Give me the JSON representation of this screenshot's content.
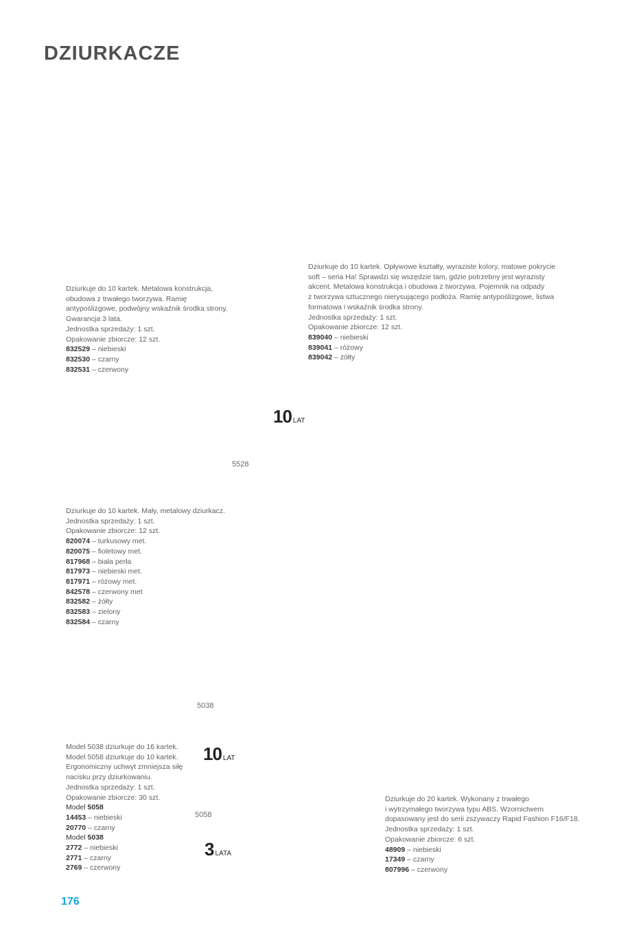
{
  "page_title": "DZIURKACZE",
  "page_number": "176",
  "products": {
    "p1": {
      "desc": [
        "Dziurkuje do 10 kartek. Metalowa konstrukcja,",
        "obudowa z trwałego tworzywa. Ramię",
        "antypoślizgowe, podwójny wskaźnik środka strony.",
        "Gwarancja 3 lata.",
        "Jednostka sprzedaży: 1 szt.",
        "Opakowanie zbiorcze: 12 szt."
      ],
      "variants": [
        {
          "code": "832529",
          "color": " – niebieski"
        },
        {
          "code": "832530",
          "color": " – czarny"
        },
        {
          "code": "832531",
          "color": " – czerwony"
        }
      ]
    },
    "p2": {
      "desc": [
        "Dziurkuje do 10 kartek. Opływowe kształty, wyraziste kolory, matowe pokrycie",
        "soft – seria Ha! Sprawdzi się wszędzie tam, gdzie potrzebny jest wyrazisty",
        "akcent. Metalowa konstrukcja i obudowa z tworzywa. Pojemnik na odpady",
        "z tworzywa sztucznego nierysującego podłoża. Ramię antypoślizgowe, listwa",
        "formatowa i wskaźnik środka strony.",
        "Jednostka sprzedaży: 1 szt.",
        "Opakowanie zbiorcze: 12 szt."
      ],
      "variants": [
        {
          "code": "839040",
          "color": "  – niebieski"
        },
        {
          "code": "839041",
          "color": "  – różowy"
        },
        {
          "code": "839042",
          "color": "  – żółty"
        }
      ]
    },
    "p3": {
      "model": "5528",
      "warranty": {
        "num": "10",
        "unit": "LAT"
      },
      "desc": [
        "Dziurkuje do 10 kartek. Mały, metalowy dziurkacz.",
        "Jednostka sprzedaży: 1 szt.",
        "Opakowanie zbiorcze: 12 szt."
      ],
      "variants": [
        {
          "code": "820074",
          "color": "  – turkusowy met."
        },
        {
          "code": "820075",
          "color": "  – fioletowy met."
        },
        {
          "code": "817968",
          "color": "  – biała perła"
        },
        {
          "code": "817973",
          "color": "  – niebieski met."
        },
        {
          "code": "817971",
          "color": "  – różowy met."
        },
        {
          "code": "842578",
          "color": "  – czerwony met"
        },
        {
          "code": "832582",
          "color": "  – żółty"
        },
        {
          "code": "832583",
          "color": "  – zielony"
        },
        {
          "code": "832584",
          "color": "  – czarny"
        }
      ]
    },
    "p4": {
      "model_a": "5038",
      "model_b": "5058",
      "warranty_a": {
        "num": "10",
        "unit": "LAT"
      },
      "warranty_b": {
        "num": "3",
        "unit": "LATA"
      },
      "desc": [
        "Model 5038 dziurkuje do 16 kartek.",
        "Model 5058 dziurkuje do 10 kartek.",
        "Ergonomiczny uchwyt zmniejsza siłę",
        "nacisku przy dziurkowaniu.",
        "Jednostka sprzedaży: 1 szt.",
        "Opakowanie zbiorcze: 30 szt."
      ],
      "group1_label": "Model ",
      "group1_model": "5058",
      "group1": [
        {
          "code": "14453",
          "color": " – niebieski"
        },
        {
          "code": "20770",
          "color": " – czarny"
        }
      ],
      "group2_label": "Model ",
      "group2_model": "5038",
      "group2": [
        {
          "code": "2772",
          "color": " – niebieski"
        },
        {
          "code": "2771",
          "color": " – czarny"
        },
        {
          "code": "2769",
          "color": " – czerwony"
        }
      ]
    },
    "p5": {
      "desc": [
        "Dziurkuje do 20 kartek. Wykonany z trwałego",
        "i wytrzymałego tworzywa typu ABS. Wzornictwem",
        "dopasowany jest do serii zszywaczy Rapid Fashion F16/F18.",
        "Jednostka sprzedaży: 1 szt.",
        "Opakowanie zbiorcze: 6 szt."
      ],
      "variants": [
        {
          "code": "48909",
          "color": "  – niebieski"
        },
        {
          "code": "17349",
          "color": "  – czarny"
        },
        {
          "code": "807996",
          "color": " – czerwony"
        }
      ]
    }
  }
}
